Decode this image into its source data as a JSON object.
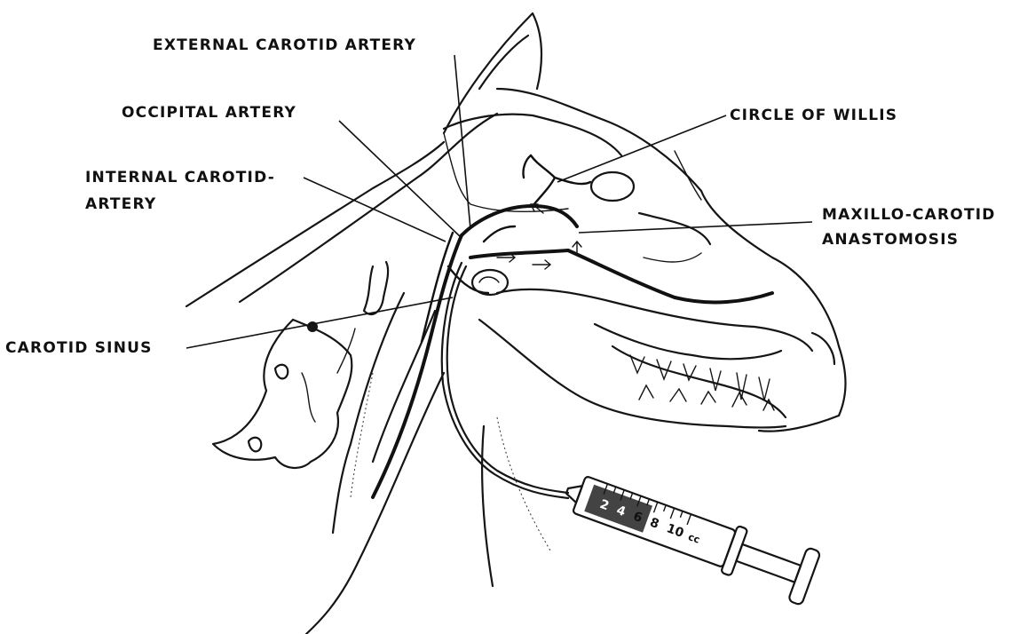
{
  "labels": {
    "external_carotid": "EXTERNAL CAROTID ARTERY",
    "occipital": "OCCIPITAL ARTERY",
    "internal_carotid_line1": "INTERNAL CAROTID-",
    "internal_carotid_line2": "ARTERY",
    "circle_of_willis": "CIRCLE OF WILLIS",
    "maxillo_line1": "MAXILLO-CAROTID",
    "maxillo_line2": "ANASTOMOSIS",
    "carotid_sinus": "CAROTID SINUS"
  },
  "syringe": {
    "scale_marks": [
      "2",
      "4",
      "6",
      "8",
      "10"
    ],
    "unit": "cc"
  },
  "colors": {
    "ink": "#151515",
    "paper": "#ffffff"
  }
}
